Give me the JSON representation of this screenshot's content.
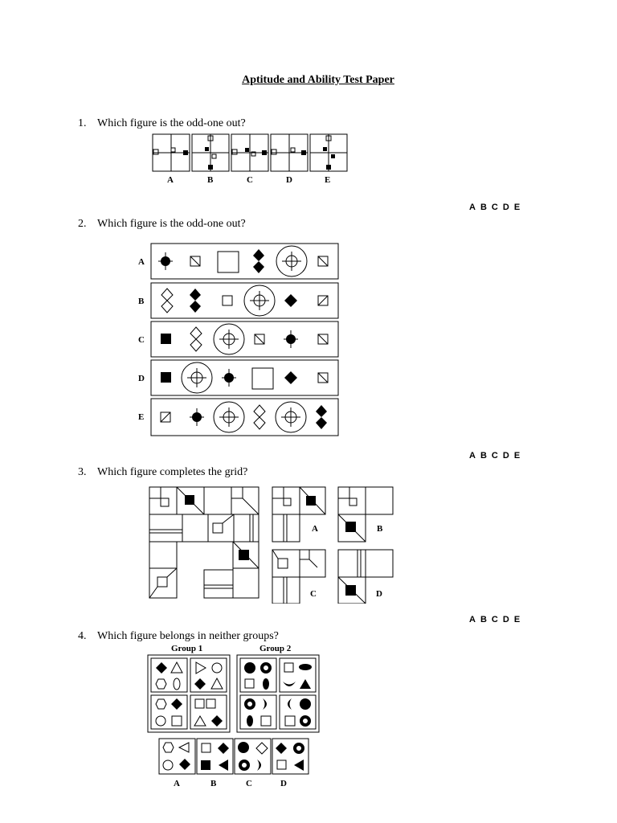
{
  "title": "Aptitude and Ability Test Paper",
  "options": [
    "A",
    "B",
    "C",
    "D",
    "E"
  ],
  "questions": [
    {
      "number": "1.",
      "text": "Which figure is the odd-one out?"
    },
    {
      "number": "2.",
      "text": "Which figure is the odd-one out?"
    },
    {
      "number": "3.",
      "text": "Which figure completes the grid?"
    },
    {
      "number": "4.",
      "text": "Which figure belongs in neither groups?"
    }
  ],
  "q1": {
    "labels": [
      "A",
      "B",
      "C",
      "D",
      "E"
    ]
  },
  "q2": {
    "row_labels": [
      "A",
      "B",
      "C",
      "D",
      "E"
    ]
  },
  "q3": {
    "choice_labels": [
      "A",
      "B",
      "C",
      "D"
    ]
  },
  "q4": {
    "group_titles": [
      "Group 1",
      "Group 2"
    ],
    "choice_labels": [
      "A",
      "B",
      "C",
      "D"
    ]
  }
}
